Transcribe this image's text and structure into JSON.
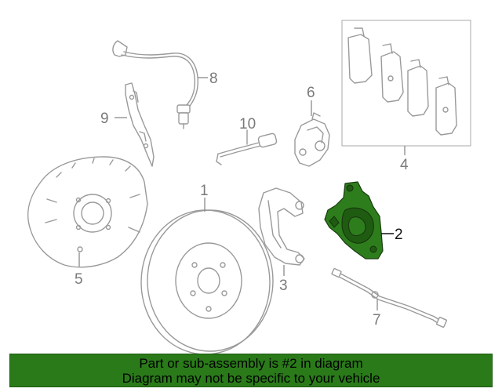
{
  "callouts": {
    "c1": "1",
    "c2": "2",
    "c3": "3",
    "c4": "4",
    "c5": "5",
    "c6": "6",
    "c7": "7",
    "c8": "8",
    "c9": "9",
    "c10": "10"
  },
  "highlight": {
    "callout": "2",
    "color": "#2a7a1a"
  },
  "banner": {
    "line1": "Part or sub-assembly is #2 in diagram",
    "line2": "Diagram may not be specific to your vehicle"
  }
}
